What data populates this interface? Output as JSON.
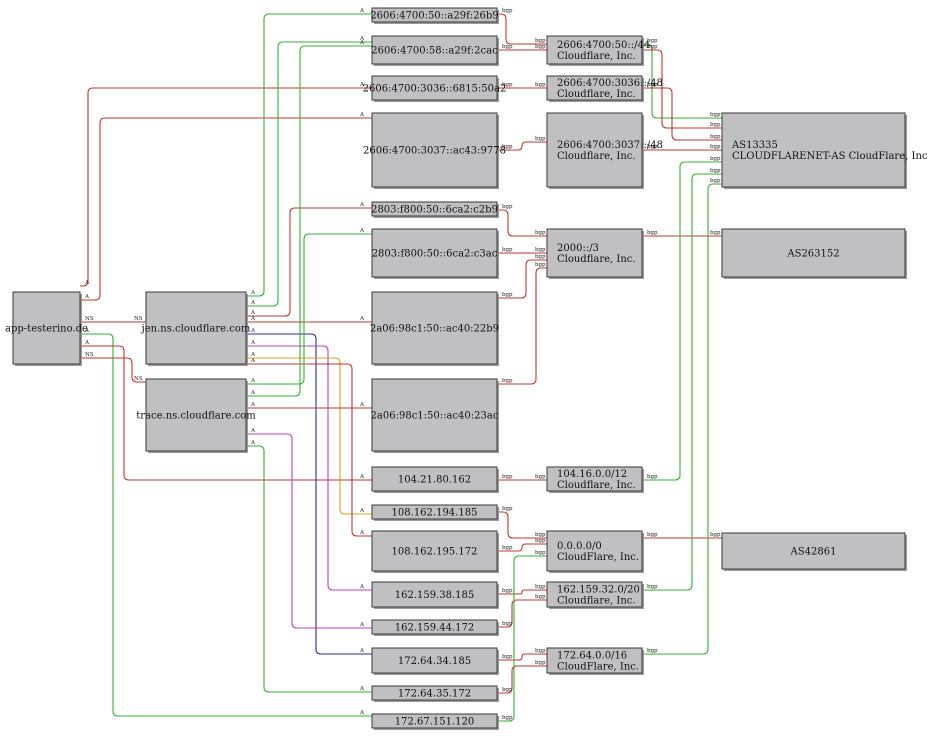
{
  "colors": {
    "red": "#c4352b",
    "green": "#2fb52f",
    "purple": "#c040c0",
    "blue": "#2a2aa8",
    "orange": "#e0a020",
    "node_fill": "#c0bfc1"
  },
  "nodes": {
    "app": {
      "lines": [
        "app-testerino.de"
      ]
    },
    "jen": {
      "lines": [
        "jen.ns.cloudflare.com"
      ]
    },
    "trace": {
      "lines": [
        "trace.ns.cloudflare.com"
      ]
    },
    "ip1": {
      "lines": [
        "2606:4700:50::a29f:26b9"
      ]
    },
    "ip2": {
      "lines": [
        "2606:4700:58::a29f:2cac"
      ]
    },
    "ip3": {
      "lines": [
        "2606:4700:3036::6815:50a2"
      ]
    },
    "ip4": {
      "lines": [
        "2606:4700:3037::ac43:9778"
      ]
    },
    "ip5": {
      "lines": [
        "2803:f800:50::6ca2:c2b9"
      ]
    },
    "ip6": {
      "lines": [
        "2803:f800:50::6ca2:c3ac"
      ]
    },
    "ip7": {
      "lines": [
        "2a06:98c1:50::ac40:22b9"
      ]
    },
    "ip8": {
      "lines": [
        "2a06:98c1:50::ac40:23ac"
      ]
    },
    "ip9": {
      "lines": [
        "104.21.80.162"
      ]
    },
    "ip10": {
      "lines": [
        "108.162.194.185"
      ]
    },
    "ip11": {
      "lines": [
        "108.162.195.172"
      ]
    },
    "ip12": {
      "lines": [
        "162.159.38.185"
      ]
    },
    "ip13": {
      "lines": [
        "162.159.44.172"
      ]
    },
    "ip14": {
      "lines": [
        "172.64.34.185"
      ]
    },
    "ip15": {
      "lines": [
        "172.64.35.172"
      ]
    },
    "ip16": {
      "lines": [
        "172.67.151.120"
      ]
    },
    "pf1": {
      "lines": [
        "2606:4700:50::/44",
        "Cloudflare, Inc."
      ]
    },
    "pf2": {
      "lines": [
        "2606:4700:3036::/48",
        "Cloudflare, Inc."
      ]
    },
    "pf3": {
      "lines": [
        "2606:4700:3037::/48",
        "Cloudflare, Inc."
      ]
    },
    "pf4": {
      "lines": [
        "2000::/3",
        "Cloudflare, Inc."
      ]
    },
    "pf5": {
      "lines": [
        "104.16.0.0/12",
        "Cloudflare, Inc."
      ]
    },
    "pf6": {
      "lines": [
        "0.0.0.0/0",
        "CloudFlare, Inc."
      ]
    },
    "pf7": {
      "lines": [
        "162.159.32.0/20",
        "Cloudflare, Inc."
      ]
    },
    "pf8": {
      "lines": [
        "172.64.0.0/16",
        "CloudFlare, Inc."
      ]
    },
    "as1": {
      "lines": [
        "AS13335",
        "CLOUDFLARENET-AS CloudFlare, Inc."
      ]
    },
    "as2": {
      "lines": [
        "AS263152"
      ]
    },
    "as3": {
      "lines": [
        "AS42861"
      ]
    }
  },
  "edges": [
    {
      "from": "app",
      "to": "ip3",
      "label": "A",
      "color": "red"
    },
    {
      "from": "app",
      "to": "ip4",
      "label": "A",
      "color": "red"
    },
    {
      "from": "app",
      "to": "jen",
      "label": "NS",
      "color": "red"
    },
    {
      "from": "app",
      "to": "ip16",
      "label": "A",
      "color": "green"
    },
    {
      "from": "app",
      "to": "ip9",
      "label": "A",
      "color": "red"
    },
    {
      "from": "app",
      "to": "trace",
      "label": "NS",
      "color": "red"
    },
    {
      "from": "jen",
      "to": "ip1",
      "label": "A",
      "color": "green"
    },
    {
      "from": "jen",
      "to": "ip2",
      "label": "A",
      "color": "green"
    },
    {
      "from": "jen",
      "to": "ip5",
      "label": "A",
      "color": "red"
    },
    {
      "from": "jen",
      "to": "ip7",
      "label": "A",
      "color": "red"
    },
    {
      "from": "jen",
      "to": "ip14",
      "label": "A",
      "color": "blue"
    },
    {
      "from": "jen",
      "to": "ip12",
      "label": "A",
      "color": "purple"
    },
    {
      "from": "jen",
      "to": "ip10",
      "label": "A",
      "color": "orange"
    },
    {
      "from": "jen",
      "to": "ip11",
      "label": "A",
      "color": "red"
    },
    {
      "from": "trace",
      "to": "ip6",
      "label": "A",
      "color": "green"
    },
    {
      "from": "trace",
      "to": "ip2",
      "label": "A",
      "color": "green"
    },
    {
      "from": "trace",
      "to": "ip8",
      "label": "A",
      "color": "red"
    },
    {
      "from": "trace",
      "to": "ip13",
      "label": "A",
      "color": "purple"
    },
    {
      "from": "trace",
      "to": "ip15",
      "label": "A",
      "color": "green"
    },
    {
      "from": "ip1",
      "to": "pf1",
      "label": "bgp",
      "color": "red"
    },
    {
      "from": "ip2",
      "to": "pf1",
      "label": "bgp",
      "color": "red"
    },
    {
      "from": "ip3",
      "to": "pf2",
      "label": "bgp",
      "color": "red"
    },
    {
      "from": "ip4",
      "to": "pf3",
      "label": "bgp",
      "color": "red"
    },
    {
      "from": "ip5",
      "to": "pf4",
      "label": "bgp",
      "color": "red"
    },
    {
      "from": "ip6",
      "to": "pf4",
      "label": "bgp",
      "color": "red"
    },
    {
      "from": "ip7",
      "to": "pf4",
      "label": "bgp",
      "color": "red"
    },
    {
      "from": "ip8",
      "to": "pf4",
      "label": "bgp",
      "color": "red"
    },
    {
      "from": "ip9",
      "to": "pf5",
      "label": "bgp",
      "color": "red"
    },
    {
      "from": "ip10",
      "to": "pf6",
      "label": "bgp",
      "color": "red"
    },
    {
      "from": "ip11",
      "to": "pf6",
      "label": "bgp",
      "color": "red"
    },
    {
      "from": "ip12",
      "to": "pf7",
      "label": "bgp",
      "color": "red"
    },
    {
      "from": "ip13",
      "to": "pf7",
      "label": "bgp",
      "color": "red"
    },
    {
      "from": "ip14",
      "to": "pf8",
      "label": "bgp",
      "color": "red"
    },
    {
      "from": "ip15",
      "to": "pf8",
      "label": "bgp",
      "color": "red"
    },
    {
      "from": "ip16",
      "to": "pf6",
      "label": "bgp",
      "color": "green"
    },
    {
      "from": "pf1",
      "to": "as1",
      "label": "bgp",
      "color": "green"
    },
    {
      "from": "pf1",
      "to": "as1",
      "label": "bgp",
      "color": "red"
    },
    {
      "from": "pf2",
      "to": "as1",
      "label": "bgp",
      "color": "red"
    },
    {
      "from": "pf3",
      "to": "as1",
      "label": "bgp",
      "color": "red"
    },
    {
      "from": "pf4",
      "to": "as2",
      "label": "bgp",
      "color": "red"
    },
    {
      "from": "pf5",
      "to": "as1",
      "label": "bgp",
      "color": "green"
    },
    {
      "from": "pf6",
      "to": "as3",
      "label": "bgp",
      "color": "red"
    },
    {
      "from": "pf7",
      "to": "as1",
      "label": "bgp",
      "color": "green"
    },
    {
      "from": "pf8",
      "to": "as1",
      "label": "bgp",
      "color": "green"
    }
  ]
}
